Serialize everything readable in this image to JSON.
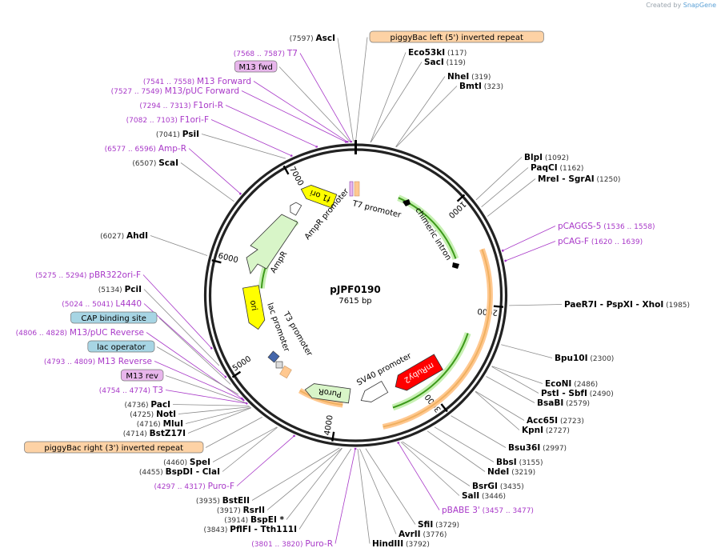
{
  "credit": {
    "prefix": "Created by",
    "brand": "SnapGene"
  },
  "plasmid": {
    "name": "pJPF0190",
    "length_label": "7615 bp",
    "length": 7615
  },
  "colors": {
    "backbone": "#222222",
    "leader": "#8a8a8a",
    "primer": "#a838c8",
    "enzyme": "#000000",
    "num": "#333333",
    "green": "#3d9a1a",
    "green_light": "#d8f5c8",
    "yellow": "#ffff00",
    "red": "#ff0000",
    "orange": "#f0b060",
    "peach": "#ffc890",
    "box_orange": "#fdd2a5",
    "box_blue": "#a7d5e4",
    "box_purple": "#e8b6ec"
  },
  "ticks": [
    "1000",
    "2000",
    "3000",
    "4000",
    "5000",
    "6000",
    "7000"
  ],
  "features": [
    {
      "name": "f1 ori",
      "color": "yellow"
    },
    {
      "name": "AmpR promoter",
      "color": "white"
    },
    {
      "name": "AmpR",
      "color": "green_light"
    },
    {
      "name": "ori",
      "color": "yellow"
    },
    {
      "name": "lac promoter",
      "color": "white"
    },
    {
      "name": "T3 promoter",
      "color": "white"
    },
    {
      "name": "T7 promoter",
      "color": "white"
    },
    {
      "name": "chimeric intron",
      "color": "white"
    },
    {
      "name": "SV40 promoter",
      "color": "white"
    },
    {
      "name": "mRuby2",
      "color": "red"
    },
    {
      "name": "PuroR",
      "color": "green_light"
    }
  ],
  "labels": [
    {
      "pos": "(7597)",
      "name": "AscI",
      "type": "enzyme"
    },
    {
      "name": "piggyBac left (5') inverted repeat",
      "type": "box",
      "color": "box_orange"
    },
    {
      "name": "Eco53kI",
      "pos": "(117)",
      "type": "enzyme"
    },
    {
      "name": "SacI",
      "pos": "(119)",
      "type": "enzyme"
    },
    {
      "name": "NheI",
      "pos": "(319)",
      "type": "enzyme"
    },
    {
      "name": "BmtI",
      "pos": "(323)",
      "type": "enzyme"
    },
    {
      "pos": "(7568 .. 7587)",
      "name": "T7",
      "type": "primer"
    },
    {
      "name": "M13 fwd",
      "type": "box",
      "color": "box_purple"
    },
    {
      "pos": "(7541 .. 7558)",
      "name": "M13 Forward",
      "type": "primer"
    },
    {
      "pos": "(7527 .. 7549)",
      "name": "M13/pUC Forward",
      "type": "primer"
    },
    {
      "pos": "(7294 .. 7313)",
      "name": "F1ori-R",
      "type": "primer"
    },
    {
      "pos": "(7082 .. 7103)",
      "name": "F1ori-F",
      "type": "primer"
    },
    {
      "pos": "(7041)",
      "name": "PsiI",
      "type": "enzyme"
    },
    {
      "pos": "(6577 .. 6596)",
      "name": "Amp-R",
      "type": "primer"
    },
    {
      "pos": "(6507)",
      "name": "ScaI",
      "type": "enzyme"
    },
    {
      "name": "BlpI",
      "pos": "(1092)",
      "type": "enzyme"
    },
    {
      "name": "PaqCI",
      "pos": "(1162)",
      "type": "enzyme"
    },
    {
      "name": "MreI - SgrAI",
      "pos": "(1250)",
      "type": "enzyme"
    },
    {
      "name": "pCAGGS-5",
      "pos": "(1536 .. 1558)",
      "type": "primer"
    },
    {
      "name": "pCAG-F",
      "pos": "(1620 .. 1639)",
      "type": "primer"
    },
    {
      "pos": "(6027)",
      "name": "AhdI",
      "type": "enzyme"
    },
    {
      "pos": "(5275 .. 5294)",
      "name": "pBR322ori-F",
      "type": "primer"
    },
    {
      "pos": "(5134)",
      "name": "PciI",
      "type": "enzyme"
    },
    {
      "pos": "(5024 .. 5041)",
      "name": "L4440",
      "type": "primer"
    },
    {
      "name": "CAP binding site",
      "type": "box",
      "color": "box_blue"
    },
    {
      "pos": "(4806 .. 4828)",
      "name": "M13/pUC Reverse",
      "type": "primer"
    },
    {
      "name": "lac operator",
      "type": "box",
      "color": "box_blue"
    },
    {
      "pos": "(4793 .. 4809)",
      "name": "M13 Reverse",
      "type": "primer"
    },
    {
      "name": "M13 rev",
      "type": "box",
      "color": "box_purple"
    },
    {
      "pos": "(4754 .. 4774)",
      "name": "T3",
      "type": "primer"
    },
    {
      "pos": "(4736)",
      "name": "PacI",
      "type": "enzyme"
    },
    {
      "pos": "(4725)",
      "name": "NotI",
      "type": "enzyme"
    },
    {
      "pos": "(4716)",
      "name": "MluI",
      "type": "enzyme"
    },
    {
      "pos": "(4714)",
      "name": "BstZ17I",
      "type": "enzyme"
    },
    {
      "name": "piggyBac right (3') inverted repeat",
      "type": "box",
      "color": "box_orange"
    },
    {
      "pos": "(4460)",
      "name": "SpeI",
      "type": "enzyme"
    },
    {
      "pos": "(4455)",
      "name": "BspDI - ClaI",
      "type": "enzyme"
    },
    {
      "pos": "(4297 .. 4317)",
      "name": "Puro-F",
      "type": "primer"
    },
    {
      "pos": "(3935)",
      "name": "BstEII",
      "type": "enzyme"
    },
    {
      "pos": "(3917)",
      "name": "RsrII",
      "type": "enzyme"
    },
    {
      "pos": "(3914)",
      "name": "BspEI *",
      "type": "enzyme"
    },
    {
      "pos": "(3843)",
      "name": "PflFI - Tth111I",
      "type": "enzyme"
    },
    {
      "pos": "(3801 .. 3820)",
      "name": "Puro-R",
      "type": "primer"
    },
    {
      "name": "PaeR7I - PspXI - XhoI",
      "pos": "(1985)",
      "type": "enzyme"
    },
    {
      "name": "Bpu10I",
      "pos": "(2300)",
      "type": "enzyme"
    },
    {
      "name": "EcoNI",
      "pos": "(2486)",
      "type": "enzyme"
    },
    {
      "name": "PstI - SbfI",
      "pos": "(2490)",
      "type": "enzyme"
    },
    {
      "name": "BsaBI",
      "pos": "(2579)",
      "type": "enzyme"
    },
    {
      "name": "Acc65I",
      "pos": "(2723)",
      "type": "enzyme"
    },
    {
      "name": "KpnI",
      "pos": "(2727)",
      "type": "enzyme"
    },
    {
      "name": "Bsu36I",
      "pos": "(2997)",
      "type": "enzyme"
    },
    {
      "name": "BbsI",
      "pos": "(3155)",
      "type": "enzyme"
    },
    {
      "name": "NdeI",
      "pos": "(3219)",
      "type": "enzyme"
    },
    {
      "name": "BsrGI",
      "pos": "(3435)",
      "type": "enzyme"
    },
    {
      "name": "SalI",
      "pos": "(3446)",
      "type": "enzyme"
    },
    {
      "name": "pBABE 3'",
      "pos": "(3457 .. 3477)",
      "type": "primer"
    },
    {
      "name": "SfiI",
      "pos": "(3729)",
      "type": "enzyme"
    },
    {
      "name": "AvrII",
      "pos": "(3776)",
      "type": "enzyme"
    },
    {
      "name": "HindIII",
      "pos": "(3792)",
      "type": "enzyme"
    }
  ]
}
